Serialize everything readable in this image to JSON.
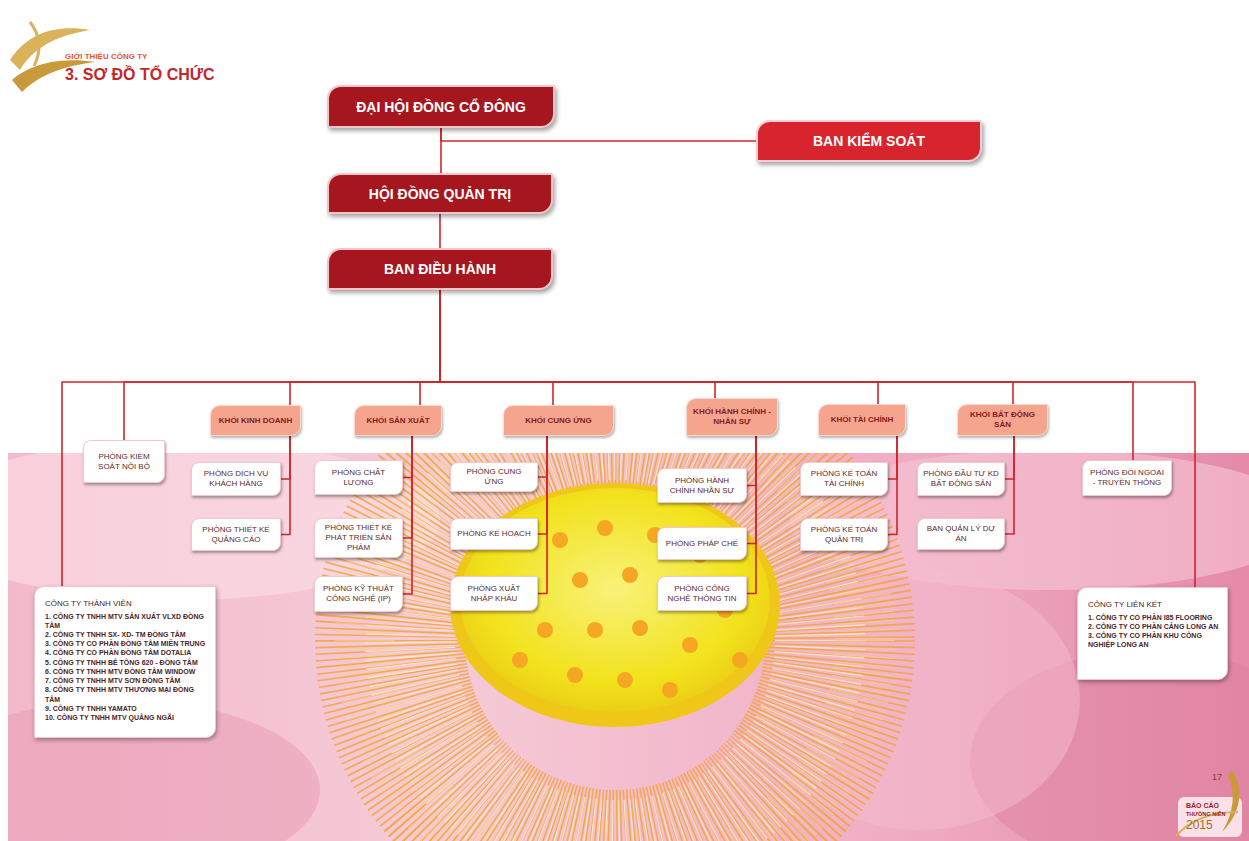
{
  "diagram": {
    "title": "3. SƠ ĐỒ TỔ CHỨC",
    "nodes": [
      {
        "text": [
          "ĐẠI HỘI ĐỒNG CỔ ĐÔNG"
        ]
      },
      {
        "text": [
          "BAN KIỂM SOÁT"
        ]
      },
      {
        "text": [
          "HỘI ĐỒNG QUẢN TRỊ"
        ]
      },
      {
        "text": [
          "BAN ĐIỀU HÀNH"
        ]
      },
      {
        "text": [
          "PHÒNG KIỂM SOÁT NỘI BỘ"
        ]
      },
      {
        "text": [
          "KHỐI KINH DOANH"
        ]
      },
      {
        "text": [
          "PHÒNG DỊCH VỤ KHÁCH HÀNG"
        ]
      },
      {
        "text": [
          "PHÒNG THIẾT KẾ QUẢNG CÁO"
        ]
      },
      {
        "text": [
          "KHỐI SẢN XUẤT"
        ]
      },
      {
        "text": [
          "PHÒNG CHẤT LƯỢNG"
        ]
      },
      {
        "text": [
          "PHÒNG THIẾT KẾ PHÁT TRIỂN SẢN PHẨM"
        ]
      },
      {
        "text": [
          "PHÒNG KỸ THUẬT CÔNG NGHỆ (IP)"
        ]
      },
      {
        "text": [
          "KHỐI CUNG ỨNG"
        ]
      },
      {
        "text": [
          "PHÒNG CUNG ỨNG"
        ]
      },
      {
        "text": [
          "PHÒNG KẾ HOẠCH"
        ]
      },
      {
        "text": [
          "PHÒNG XUẤT NHẬP KHẨU"
        ]
      },
      {
        "text": [
          "KHỐI HÀNH CHÍNH - NHÂN SỰ"
        ]
      },
      {
        "text": [
          "PHÒNG HÀNH CHÍNH NHÂN SỰ"
        ]
      },
      {
        "text": [
          "PHÒNG PHÁP CHẾ"
        ]
      },
      {
        "text": [
          "PHÒNG CÔNG NGHỆ THÔNG TIN"
        ]
      },
      {
        "text": [
          "KHỐI TÀI CHÍNH"
        ]
      },
      {
        "text": [
          "PHÒNG KẾ TOÁN TÀI CHÍNH"
        ]
      },
      {
        "text": [
          "PHÒNG KẾ TOÁN QUẢN TRỊ"
        ]
      },
      {
        "text": [
          "KHỐI BẤT ĐỘNG SẢN"
        ]
      },
      {
        "text": [
          "PHÒNG ĐẦU TƯ KD BẤT ĐỘNG SẢN"
        ]
      },
      {
        "text": [
          "BAN QUẢN LÝ DỰ ÁN"
        ]
      },
      {
        "text": [
          "PHÒNG ĐỐI NGOẠI - TRUYỀN THÔNG"
        ]
      },
      {
        "text": [
          "CÔNG TY THÀNH VIÊN",
          "1. CÔNG TY TNHH MTV SẢN XUẤT VLXD ĐỒNG TÂM",
          "2. CÔNG TY TNHH SX- XD- TM ĐỒNG TÂM",
          "3. CÔNG TY CỔ PHẦN ĐỒNG TÂM MIỀN TRUNG",
          "4. CÔNG TY CỔ PHẦN ĐỒNG TÂM DOTALIA",
          "5. CÔNG TY TNHH BÊ TÔNG 620 - ĐỒNG TÂM",
          "6. CÔNG TY TNHH MTV ĐỒNG TÂM WINDOW",
          "7. CÔNG TY TNHH MTV SƠN ĐỒNG TÂM",
          "8. CÔNG TY TNHH MTV THƯƠNG MẠI ĐỒNG TÂM",
          "9. CÔNG TY TNHH YAMATO",
          "10. CÔNG TY TNHH MTV QUẢNG NGÃI"
        ]
      },
      {
        "text": [
          "CÔNG TY LIÊN KẾT",
          "1. CÔNG TY CỔ PHẦN I85 FLOORING",
          "2. CÔNG TY CỔ PHẦN CẢNG LONG AN",
          "3. CÔNG TY CỔ PHẦN KHU CÔNG NGHIỆP LONG AN"
        ]
      }
    ],
    "edges": [
      {
        "from": 0,
        "to": 1,
        "arrow": "none"
      },
      {
        "from": 0,
        "to": 2,
        "arrow": "none"
      },
      {
        "from": 2,
        "to": 3,
        "arrow": "none"
      },
      {
        "from": 3,
        "to": 27,
        "arrow": "none"
      },
      {
        "from": 3,
        "to": 4,
        "arrow": "none"
      },
      {
        "from": 3,
        "to": 5,
        "arrow": "none"
      },
      {
        "from": 3,
        "to": 8,
        "arrow": "none"
      },
      {
        "from": 3,
        "to": 12,
        "arrow": "none"
      },
      {
        "from": 3,
        "to": 16,
        "arrow": "none"
      },
      {
        "from": 3,
        "to": 20,
        "arrow": "none"
      },
      {
        "from": 3,
        "to": 23,
        "arrow": "none"
      },
      {
        "from": 3,
        "to": 26,
        "arrow": "none"
      },
      {
        "from": 3,
        "to": 28,
        "arrow": "none"
      },
      {
        "from": 5,
        "to": 6,
        "arrow": "none"
      },
      {
        "from": 5,
        "to": 7,
        "arrow": "none"
      },
      {
        "from": 8,
        "to": 9,
        "arrow": "none"
      },
      {
        "from": 8,
        "to": 10,
        "arrow": "none"
      },
      {
        "from": 8,
        "to": 11,
        "arrow": "none"
      },
      {
        "from": 12,
        "to": 13,
        "arrow": "none"
      },
      {
        "from": 12,
        "to": 14,
        "arrow": "none"
      },
      {
        "from": 12,
        "to": 15,
        "arrow": "none"
      },
      {
        "from": 16,
        "to": 17,
        "arrow": "none"
      },
      {
        "from": 16,
        "to": 18,
        "arrow": "none"
      },
      {
        "from": 16,
        "to": 19,
        "arrow": "none"
      },
      {
        "from": 20,
        "to": 21,
        "arrow": "none"
      },
      {
        "from": 20,
        "to": 22,
        "arrow": "none"
      },
      {
        "from": 23,
        "to": 24,
        "arrow": "none"
      },
      {
        "from": 23,
        "to": 25,
        "arrow": "none"
      }
    ],
    "labels": [
      "GIỚI THIỆU CÔNG TY",
      "17",
      "BÁO CÁO",
      "THƯỜNG NIÊN",
      "2015"
    ]
  }
}
